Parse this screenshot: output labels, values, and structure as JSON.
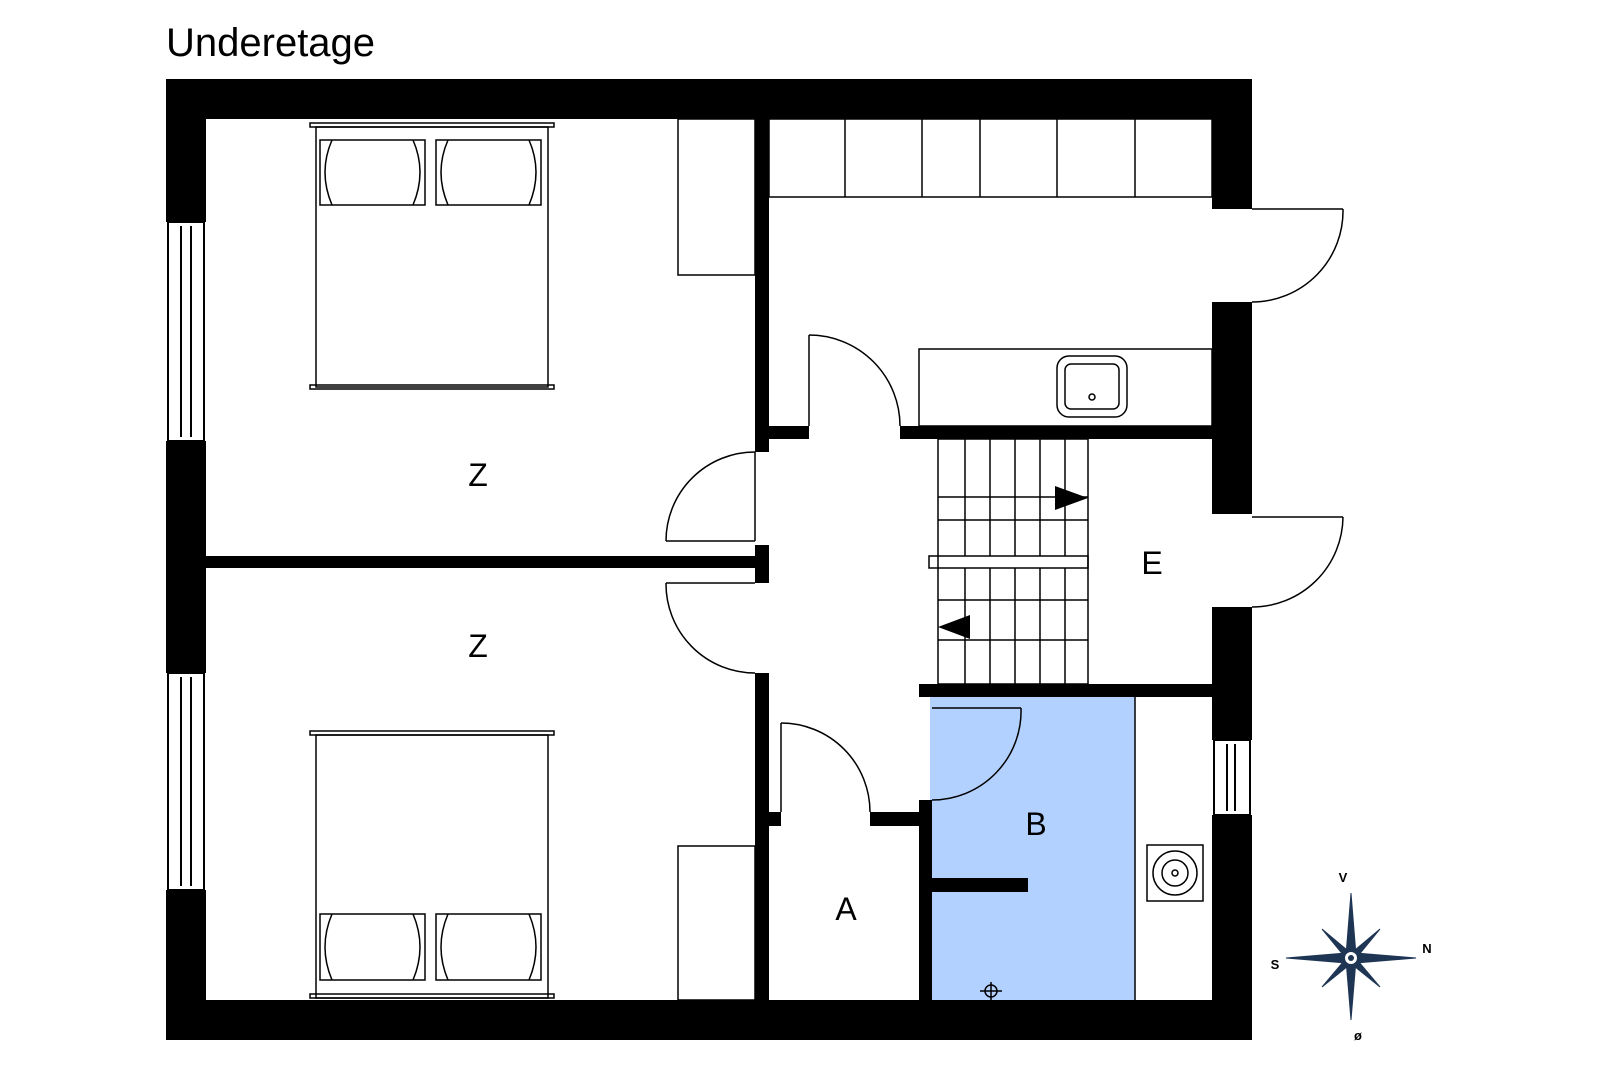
{
  "title": "Underetage",
  "rooms": {
    "bedroom_upper": "Z",
    "bedroom_lower": "Z",
    "entrance": "E",
    "bathroom": "B",
    "utility": "A"
  },
  "compass": {
    "north": "N",
    "south": "S",
    "west": "V",
    "east": "ø"
  },
  "colors": {
    "wall": "#000000",
    "bathroom_fill": "#b3d1ff",
    "compass": "#1f3554"
  }
}
